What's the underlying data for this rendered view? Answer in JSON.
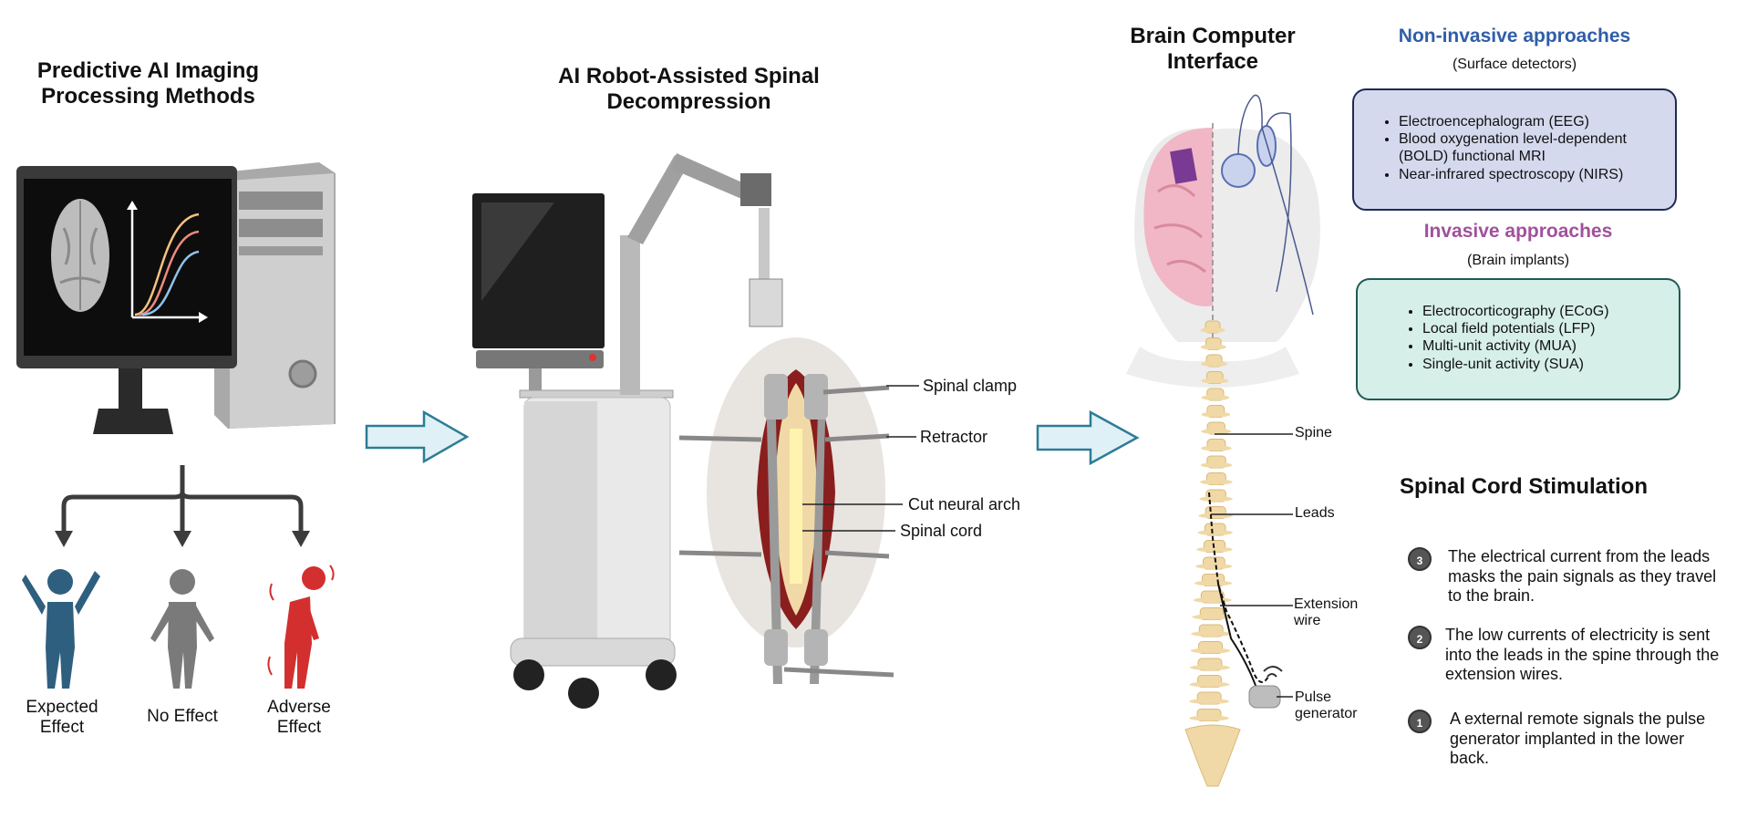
{
  "panel1": {
    "title_line1": "Predictive AI Imaging",
    "title_line2": "Processing Methods",
    "outcomes": [
      {
        "line1": "Expected",
        "line2": "Effect",
        "color": "#2f5f7f"
      },
      {
        "line1": "No Effect",
        "line2": "",
        "color": "#7a7a7a"
      },
      {
        "line1": "Adverse",
        "line2": "Effect",
        "color": "#d32f2f"
      }
    ]
  },
  "panel2": {
    "title_line1": "AI Robot-Assisted Spinal",
    "title_line2": "Decompression",
    "callouts": [
      "Spinal clamp",
      "Retractor",
      "Cut neural arch",
      "Spinal cord"
    ]
  },
  "panel3": {
    "title_line1": "Brain Computer",
    "title_line2": "Interface",
    "callouts": [
      {
        "line1": "Spine",
        "line2": ""
      },
      {
        "line1": "Leads",
        "line2": ""
      },
      {
        "line1": "Extension",
        "line2": "wire"
      },
      {
        "line1": "Pulse",
        "line2": "generator"
      }
    ]
  },
  "noninvasive": {
    "heading": "Non-invasive approaches",
    "sub": "(Surface detectors)",
    "items": [
      "Electroencephalogram (EEG)",
      "Blood oxygenation level-dependent (BOLD) functional MRI",
      "Near-infrared spectroscopy (NIRS)"
    ],
    "heading_color": "#2f5ea8",
    "box_color": "#d4d9ee"
  },
  "invasive": {
    "heading": "Invasive approaches",
    "sub": "(Brain implants)",
    "items": [
      "Electrocorticography (ECoG)",
      "Local field potentials (LFP)",
      "Multi-unit activity (MUA)",
      "Single-unit activity (SUA)"
    ],
    "heading_color": "#a0519c",
    "box_color": "#d6efe9"
  },
  "scs": {
    "title": "Spinal Cord Stimulation",
    "steps": [
      {
        "num": "3",
        "text": "The electrical current from the leads masks the pain signals as they travel to the brain."
      },
      {
        "num": "2",
        "text": "The low currents of electricity is sent into the leads in the spine through the extension wires."
      },
      {
        "num": "1",
        "text": "A external remote signals the pulse generator implanted in the lower back."
      }
    ]
  },
  "colors": {
    "arrow_fill": "#dff1f6",
    "arrow_stroke": "#2d7c95",
    "bone": "#f0d9a6",
    "tissue": "#8a1e1e"
  }
}
